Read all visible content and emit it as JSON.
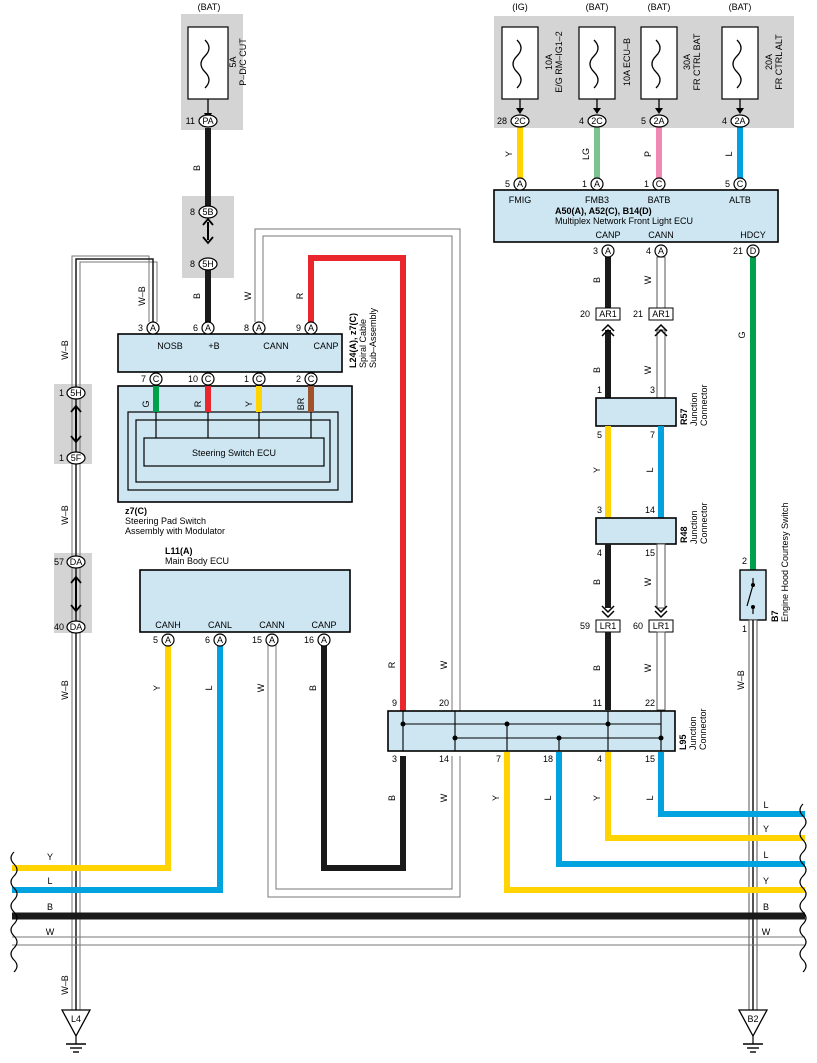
{
  "fuses": {
    "pdc": {
      "source": "(BAT)",
      "rating": "5A",
      "name": "P–D/C CUT",
      "pin": "11",
      "conn": "PA"
    },
    "eg": {
      "source": "(IG)",
      "rating": "10A",
      "name": "E/G RM–IG1–2",
      "pin": "28",
      "conn": "2C"
    },
    "ecub": {
      "source": "(BAT)",
      "rating": "10A",
      "name": "ECU–B",
      "pin": "4",
      "conn": "2C"
    },
    "frbat": {
      "source": "(BAT)",
      "rating": "30A",
      "name": "FR CTRL BAT",
      "pin": "5",
      "conn": "2A"
    },
    "fralt": {
      "source": "(BAT)",
      "rating": "20A",
      "name": "FR CTRL ALT",
      "pin": "4",
      "conn": "2A"
    }
  },
  "connectors": {
    "c5b_pin": "8",
    "c5b": "5B",
    "c5h_pin": "8",
    "c5h": "5H",
    "l5h_pin": "1",
    "l5h": "5H",
    "l5f_pin": "1",
    "l5f": "5F",
    "lda1_pin": "57",
    "lda1": "DA",
    "lda2_pin": "40",
    "lda2": "DA",
    "ar1a_pin": "20",
    "ar1b_pin": "21",
    "ar1": "AR1",
    "lr1a_pin": "59",
    "lr1b_pin": "60",
    "lr1": "LR1"
  },
  "wire_colors": {
    "B": "B",
    "W": "W",
    "R": "R",
    "Y": "Y",
    "L": "L",
    "G": "G",
    "LG": "LG",
    "P": "P",
    "BR": "BR",
    "WB": "W–B"
  },
  "colors": {
    "black": "#1a1a1a",
    "red": "#e8262b",
    "yellow": "#ffd400",
    "blue": "#00a3e0",
    "green": "#00a14b",
    "lightgreen": "#7cc38f",
    "pink": "#f08ab4",
    "brown": "#a0522d",
    "box": "#cde6f2",
    "fusebg": "#d4d4d4"
  },
  "front_ecu": {
    "code": "A50(A), A52(C), B14(D)",
    "name": "Multiplex Network Front Light ECU",
    "top_pins": [
      {
        "pin": "5",
        "conn": "A",
        "label": "FMIG"
      },
      {
        "pin": "1",
        "conn": "A",
        "label": "FMB3"
      },
      {
        "pin": "1",
        "conn": "C",
        "label": "BATB"
      },
      {
        "pin": "5",
        "conn": "C",
        "label": "ALTB"
      }
    ],
    "bottom_pins": [
      {
        "pin": "3",
        "conn": "A",
        "label": "CANP"
      },
      {
        "pin": "4",
        "conn": "A",
        "label": "CANN"
      },
      {
        "pin": "21",
        "conn": "D",
        "label": "HDCY"
      }
    ]
  },
  "spiral": {
    "code": "L24(A), z7(C)",
    "name1": "Spiral Cable",
    "name2": "Sub–Assembly",
    "top_pins": [
      {
        "pin": "3",
        "conn": "A",
        "label": "NOSB"
      },
      {
        "pin": "6",
        "conn": "A",
        "label": "+B"
      },
      {
        "pin": "8",
        "conn": "A",
        "label": "CANN"
      },
      {
        "pin": "9",
        "conn": "A",
        "label": "CANP"
      }
    ],
    "bottom_pins": [
      {
        "pin": "7",
        "conn": "C"
      },
      {
        "pin": "10",
        "conn": "C"
      },
      {
        "pin": "1",
        "conn": "C"
      },
      {
        "pin": "2",
        "conn": "C"
      }
    ]
  },
  "steering_pad": {
    "code": "z7(C)",
    "name1": "Steering Pad Switch",
    "name2": "Assembly with Modulator",
    "inner": "Steering Switch  ECU"
  },
  "main_body": {
    "code": "L11(A)",
    "name": "Main Body ECU",
    "pins": [
      {
        "pin": "5",
        "conn": "A",
        "label": "CANH"
      },
      {
        "pin": "6",
        "conn": "A",
        "label": "CANL"
      },
      {
        "pin": "15",
        "conn": "A",
        "label": "CANN"
      },
      {
        "pin": "16",
        "conn": "A",
        "label": "CANP"
      }
    ]
  },
  "r57": {
    "code": "R57",
    "name1": "Junction",
    "name2": "Connector",
    "pins": [
      "1",
      "3",
      "5",
      "7"
    ]
  },
  "r48": {
    "code": "R48",
    "name1": "Junction",
    "name2": "Connector",
    "pins": [
      "3",
      "14",
      "4",
      "15"
    ]
  },
  "l95": {
    "code": "L95",
    "name1": "Junction",
    "name2": "Connector",
    "top_pins": [
      "9",
      "20",
      "11",
      "22"
    ],
    "bottom_pins": [
      "3",
      "14",
      "7",
      "18",
      "4",
      "15"
    ]
  },
  "b7": {
    "code": "B7",
    "name": "Engine Hood Courtesy Switch",
    "pin_top": "2",
    "pin_bottom": "1"
  },
  "grounds": {
    "left": "L4",
    "right": "B2"
  }
}
